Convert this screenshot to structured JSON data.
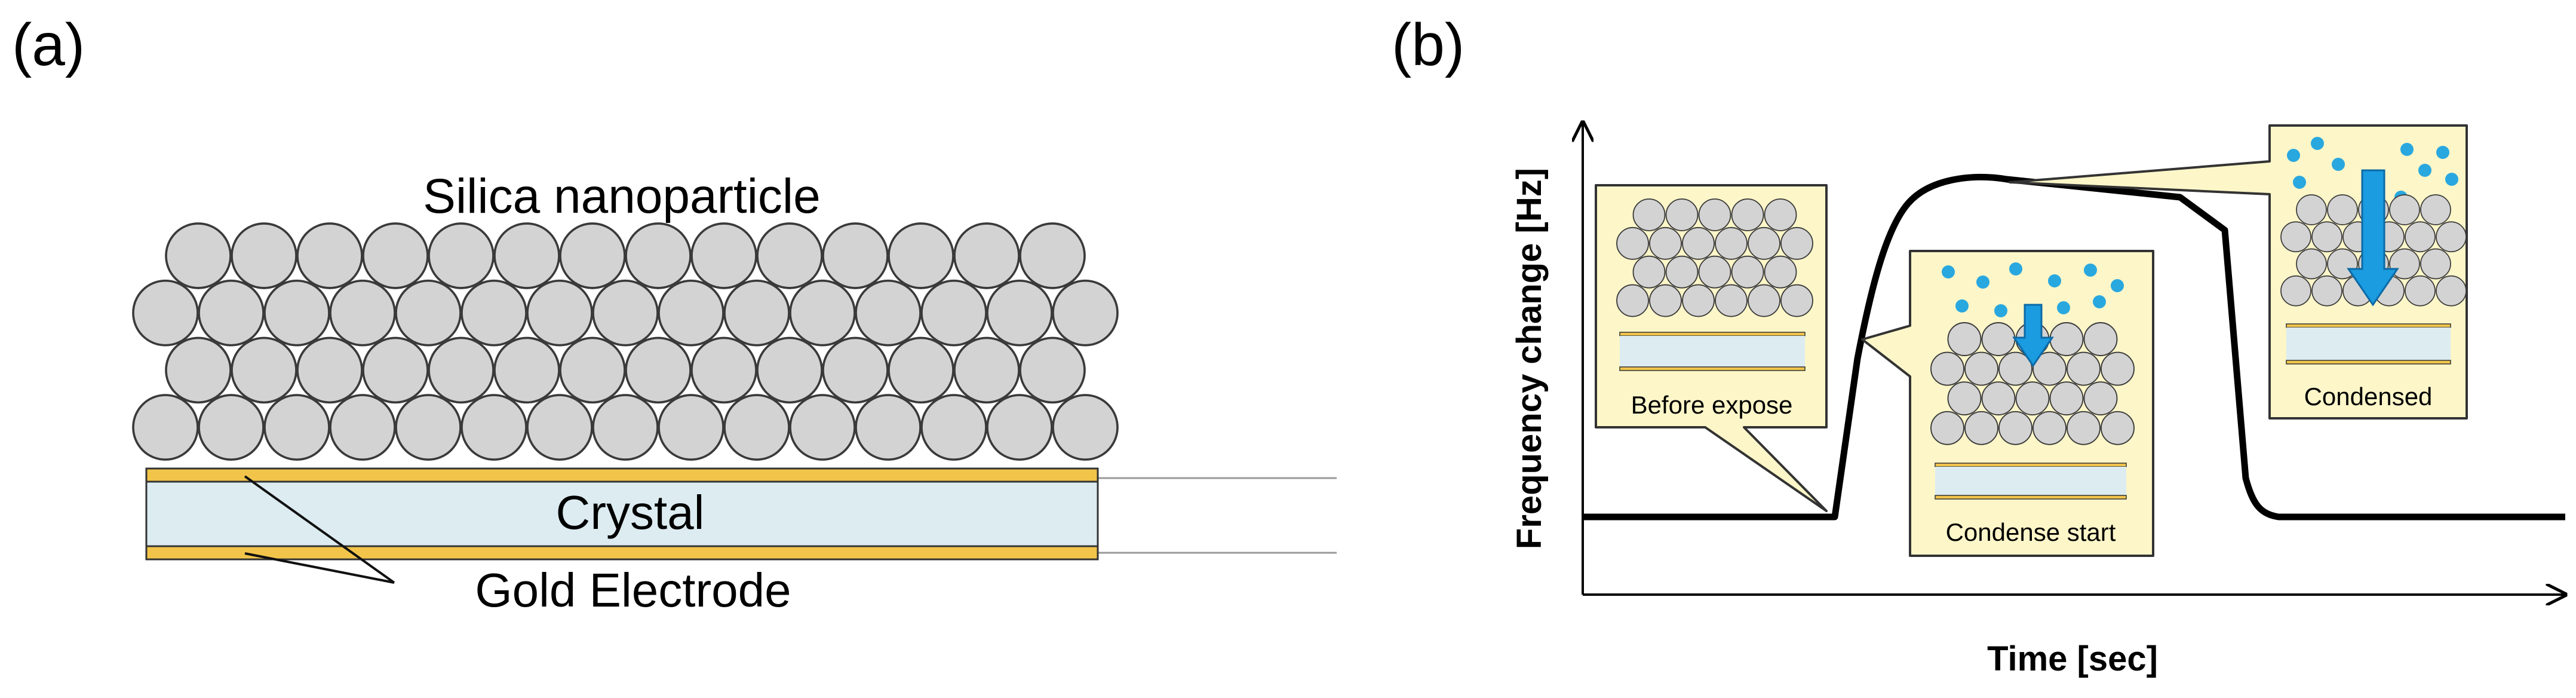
{
  "panel_a": {
    "label": "(a)",
    "nanoparticle_label": "Silica nanoparticle",
    "crystal_label": "Crystal",
    "electrode_label": "Gold Electrode"
  },
  "panel_b": {
    "label": "(b)",
    "ylabel": "Frequency change [Hz]",
    "xlabel": "Time [sec]",
    "callouts": {
      "before": "Before expose",
      "start": "Condense start",
      "condensed": "Condensed"
    }
  },
  "colors": {
    "particle_fill": "#d3d3d3",
    "particle_stroke": "#3a3a3a",
    "gold": "#f2c54a",
    "crystal": "#dcecf1",
    "callout_bg": "#fdf6c8",
    "droplet": "#29a8e0",
    "arrow": "#1b9be0",
    "arrow_stroke": "#0b6aa6",
    "curve": "#000000"
  }
}
